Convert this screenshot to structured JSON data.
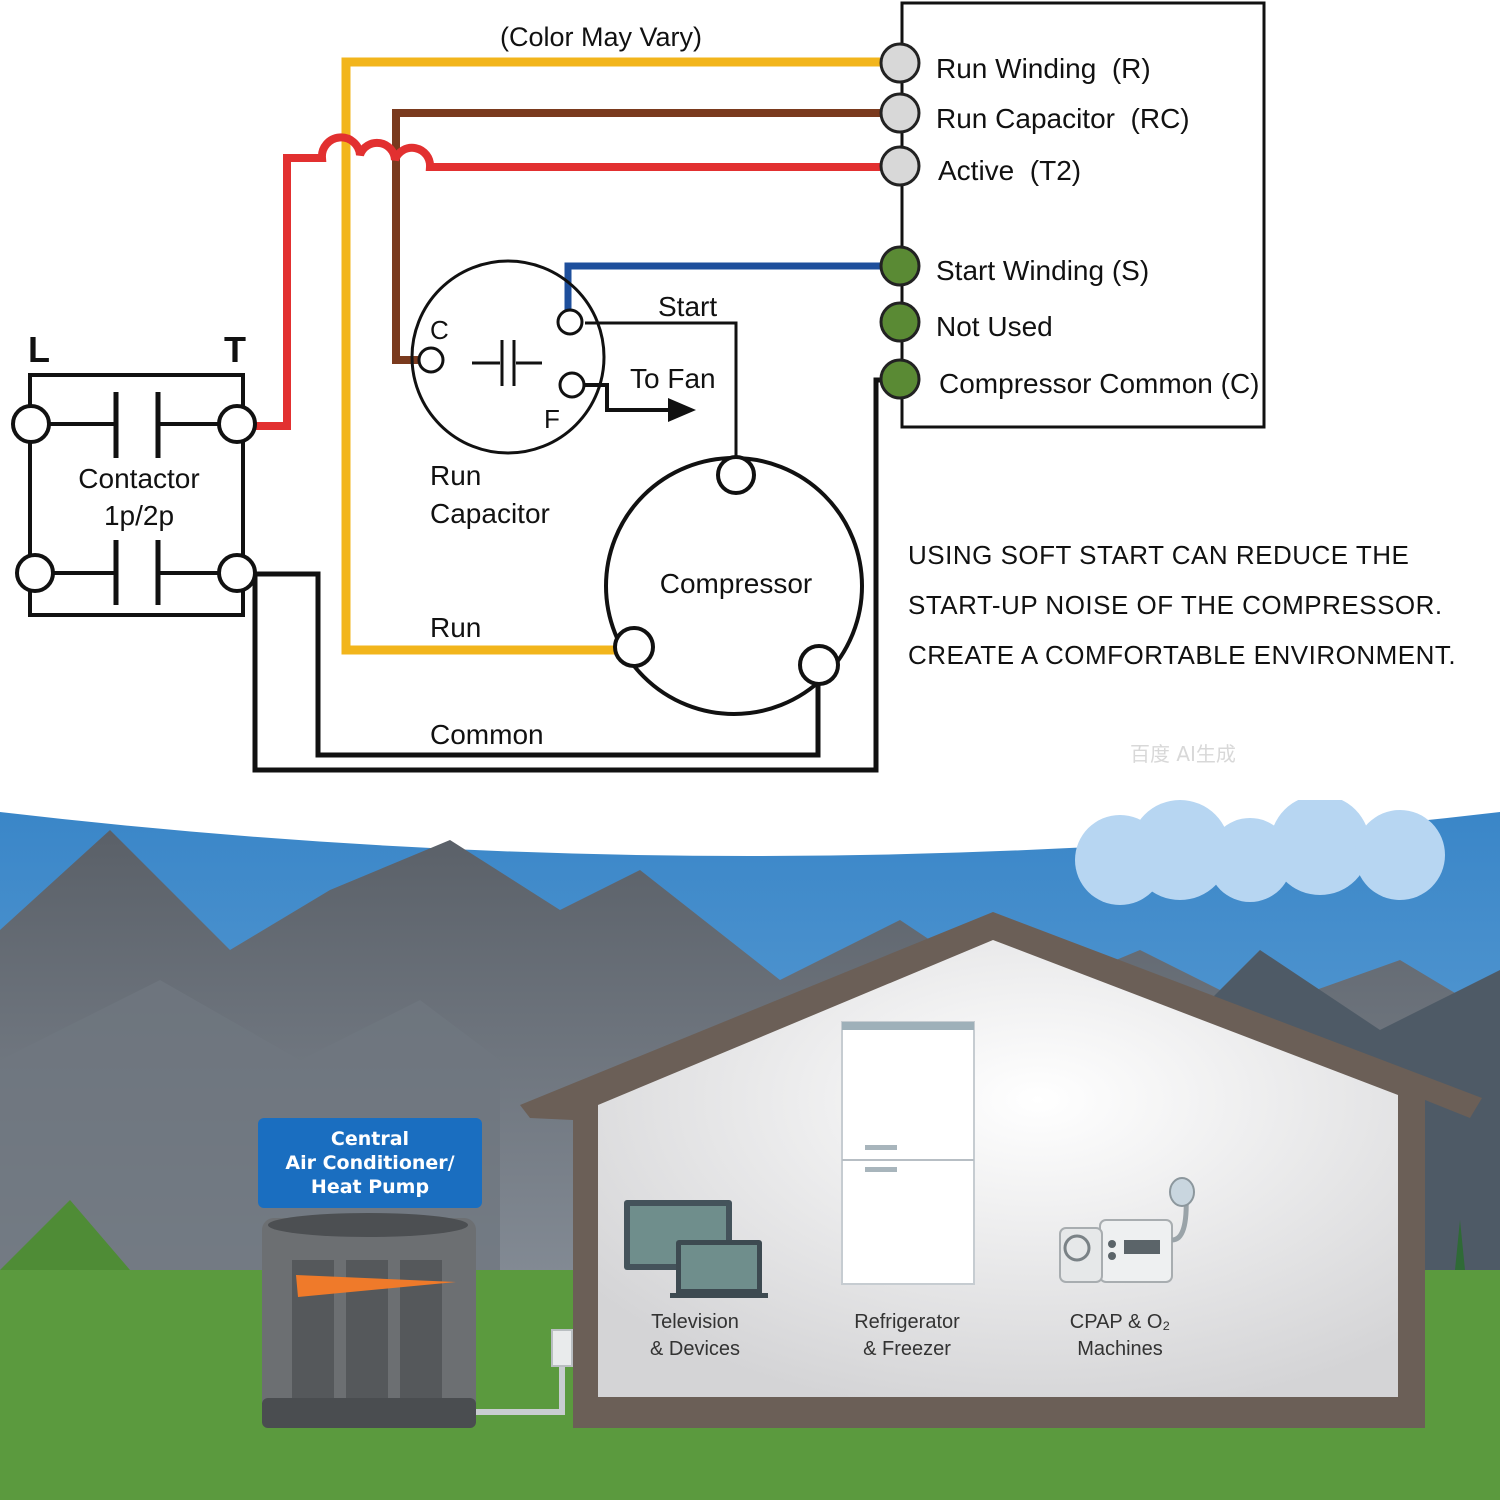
{
  "diagram": {
    "color_note": "(Color May Vary)",
    "terminals": {
      "run_winding": "Run Winding  (R)",
      "run_capacitor": "Run Capacitor  (RC)",
      "active": "Active  (T2)",
      "start_winding": "Start Winding (S)",
      "not_used": "Not Used",
      "compressor_common": "Compressor Common (C)"
    },
    "contactor": {
      "line": "L",
      "terminal": "T",
      "label_1": "Contactor",
      "label_2": "1p/2p"
    },
    "capacitor": {
      "c_label": "C",
      "f_label": "F",
      "label_1": "Run",
      "label_2": "Capacitor"
    },
    "wires": {
      "start": "Start",
      "to_fan": "To Fan",
      "run": "Run",
      "common": "Common"
    },
    "compressor": "Compressor",
    "colors": {
      "yellow": "#f2b51c",
      "brown": "#7a3a1e",
      "red": "#e23030",
      "blue": "#1e4f9c",
      "black": "#111111",
      "grey_terminal": "#d8d8d8",
      "green_terminal": "#5a8a34"
    }
  },
  "note": {
    "line_1": "USING SOFT START CAN REDUCE THE",
    "line_2": "START-UP NOISE OF THE COMPRESSOR.",
    "line_3": "CREATE A COMFORTABLE ENVIRONMENT."
  },
  "watermark": "百度 AI生成",
  "scene": {
    "ac_unit": {
      "line_1": "Central",
      "line_2": "Air Conditioner/",
      "line_3": "Heat Pump"
    },
    "appliances": {
      "tv": {
        "line_1": "Television",
        "line_2": "& Devices"
      },
      "fridge": {
        "line_1": "Refrigerator",
        "line_2": "& Freezer"
      },
      "cpap": {
        "line_1": "CPAP & O₂",
        "line_2": "Machines"
      }
    }
  }
}
